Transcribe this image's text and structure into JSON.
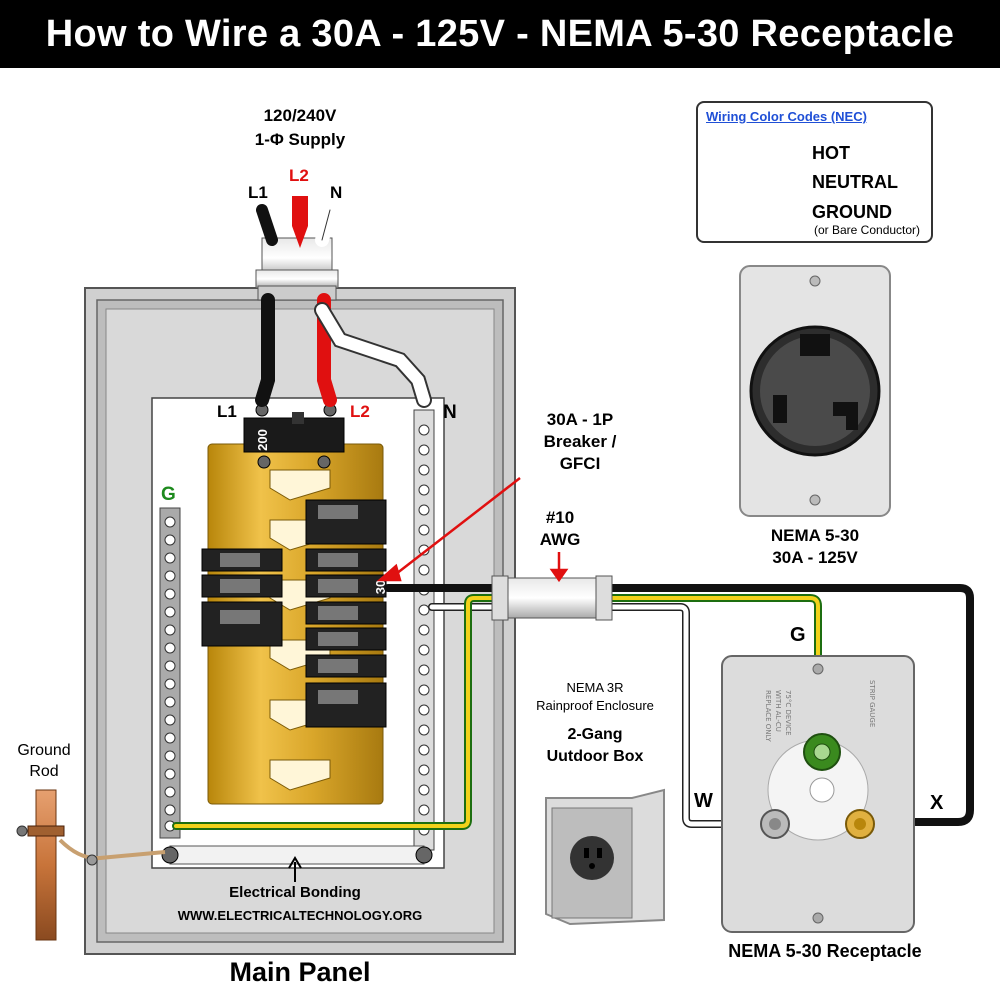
{
  "header": {
    "title": "How to Wire a 30A - 125V - NEMA 5-30 Receptacle"
  },
  "supply": {
    "voltage": "120/240V",
    "phase": "1-Φ Supply",
    "l1": "L1",
    "l2": "L2",
    "n": "N"
  },
  "panel": {
    "label_l1": "L1",
    "label_l2": "L2",
    "label_n": "N",
    "label_g": "G",
    "main_breaker": "200",
    "branch_breaker": "30",
    "bonding": "Electrical Bonding",
    "website": "WWW.ELECTRICALTECHNOLOGY.ORG",
    "caption": "Main Panel"
  },
  "ground_rod": {
    "line1": "Ground",
    "line2": "Rod"
  },
  "breaker_note": {
    "line1": "30A - 1P",
    "line2": "Breaker /",
    "line3": "GFCI"
  },
  "wire_gauge": {
    "line1": "#10",
    "line2": "AWG"
  },
  "enclosure": {
    "line1": "NEMA 3R",
    "line2": "Rainproof Enclosure",
    "line3": "2-Gang",
    "line4": "Uutdoor Box"
  },
  "legend": {
    "title": "Wiring Color Codes (NEC)",
    "hot": "HOT",
    "neutral": "NEUTRAL",
    "ground": "GROUND",
    "ground_note": "(or Bare Conductor)"
  },
  "outlet": {
    "name": "NEMA 5-30",
    "rating": "30A - 125V"
  },
  "receptacle": {
    "caption": "NEMA 5-30 Receptacle",
    "g": "G",
    "w": "W",
    "x": "X",
    "plate_text_1": "REPLACE ONLY",
    "plate_text_2": "WITH AL-CU",
    "plate_text_3": "75°C DEVICE",
    "strip_gauge": "STRIP GAUGE"
  },
  "colors": {
    "hot": "#111111",
    "l2": "#e01010",
    "neutral": "#ffffff",
    "ground_green": "#2f9e1e",
    "ground_yellow": "#f2d21a",
    "copper": "#c8743a",
    "panel_gold": "#d9a62a"
  }
}
